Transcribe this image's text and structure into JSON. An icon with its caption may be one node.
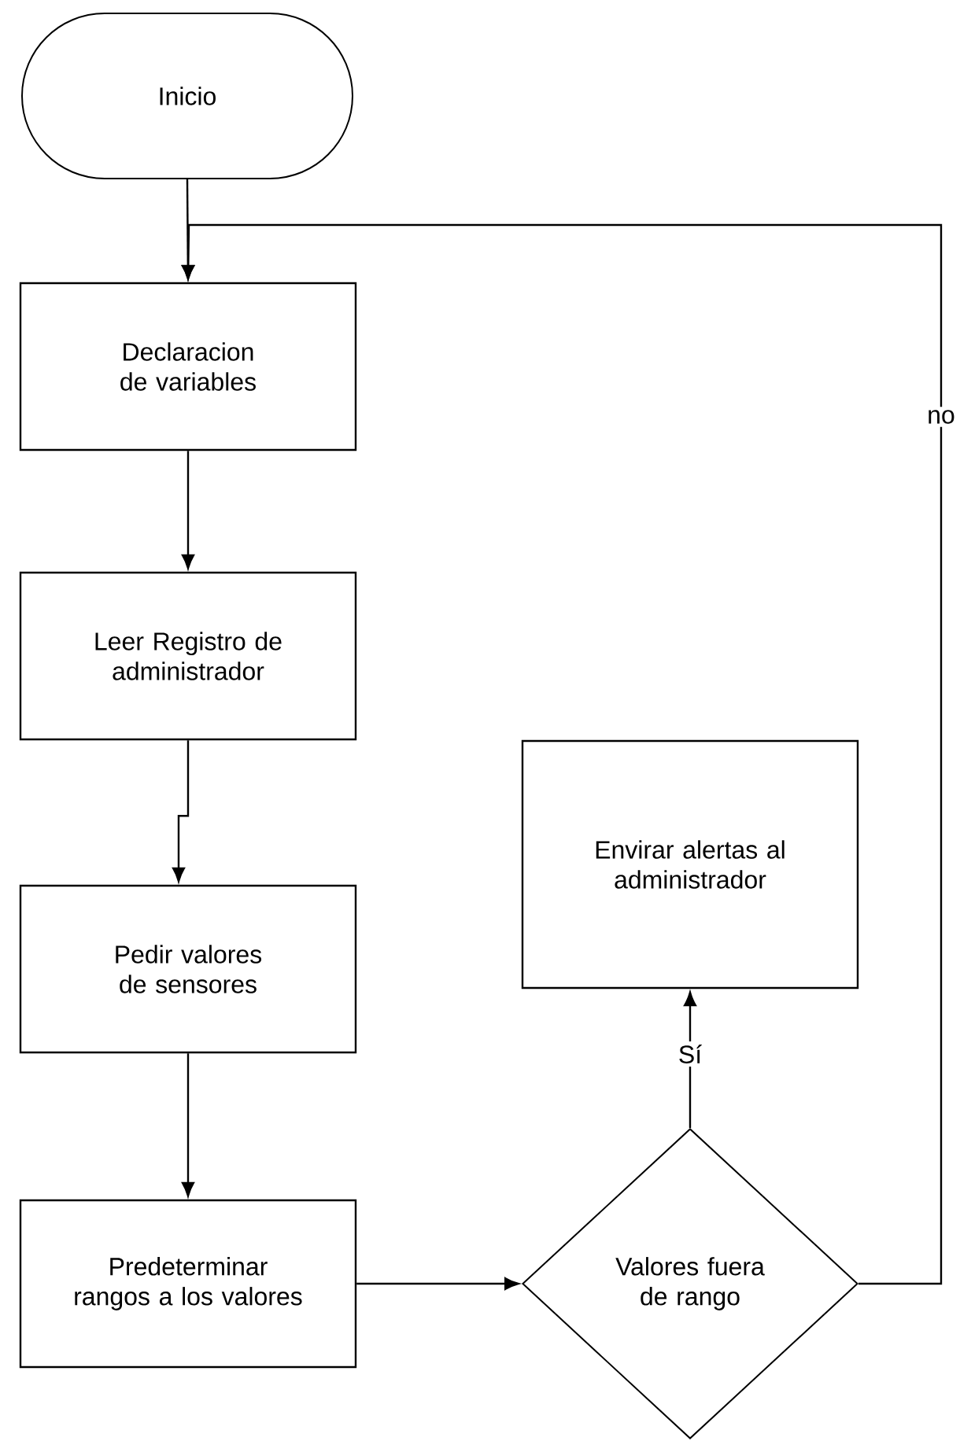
{
  "diagram": {
    "nodes": [
      {
        "text": [
          "Inicio"
        ]
      },
      {
        "text": [
          "Declaracion de variables"
        ]
      },
      {
        "text": [
          "Leer Registro de administrador"
        ]
      },
      {
        "text": [
          "Pedir valores de sensores"
        ]
      },
      {
        "text": [
          "Predeterminar rangos a los valores"
        ]
      },
      {
        "text": [
          "Envirar alertas al administrador"
        ]
      },
      {
        "text": [
          "Valores fuera de rango"
        ]
      }
    ],
    "edges": [
      {
        "from": 0,
        "to": 1,
        "arrow": "to"
      },
      {
        "from": 1,
        "to": 2,
        "arrow": "to"
      },
      {
        "from": 2,
        "to": 3,
        "arrow": "to"
      },
      {
        "from": 3,
        "to": 4,
        "arrow": "to"
      },
      {
        "from": 4,
        "to": 6,
        "arrow": "to"
      },
      {
        "from": 6,
        "to": 5,
        "arrow": "to",
        "label": "Sí"
      },
      {
        "from": 6,
        "to": 1,
        "arrow": "to",
        "label": "no"
      }
    ]
  }
}
